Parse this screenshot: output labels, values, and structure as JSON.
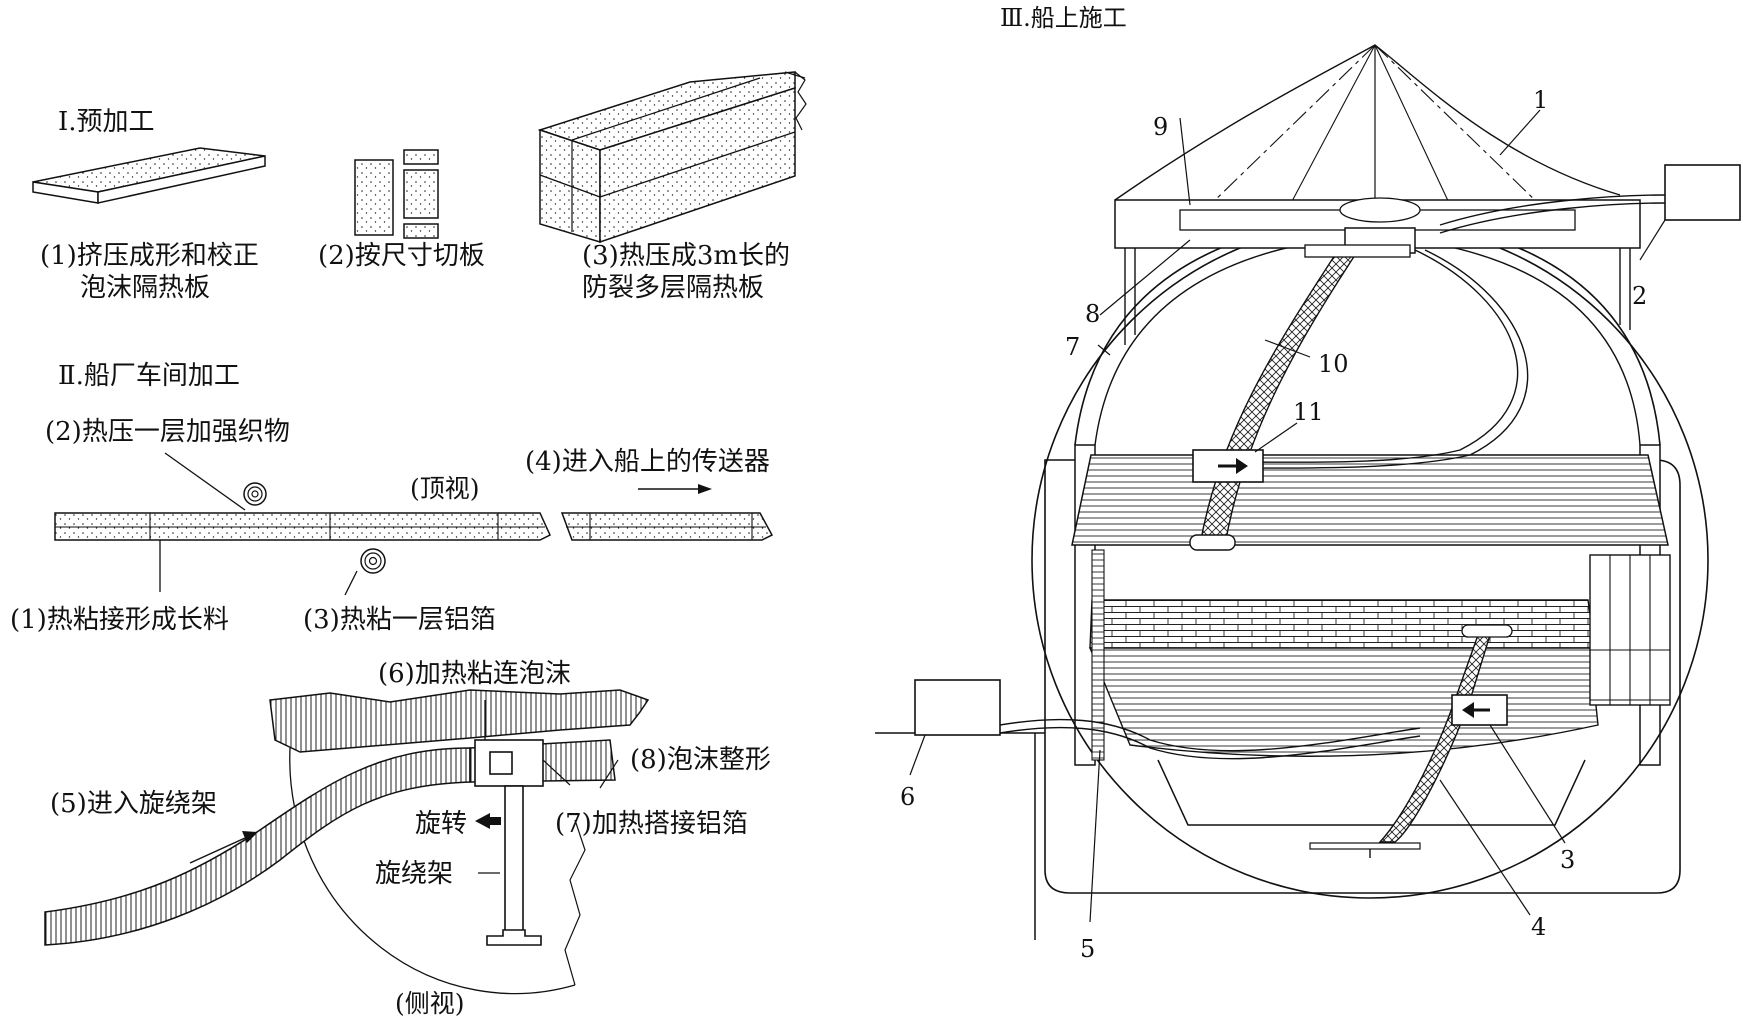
{
  "section1": {
    "title": "Ⅰ.预加工",
    "step1_line1": "(1)挤压成形和校正",
    "step1_line2": "泡沫隔热板",
    "step2": "(2)按尺寸切板",
    "step3_line1": "(3)热压成3m长的",
    "step3_line2": "防裂多层隔热板"
  },
  "section2": {
    "title": "Ⅱ.船厂车间加工",
    "step2": "(2)热压一层加强织物",
    "top_view": "(顶视)",
    "step4": "(4)进入船上的传送器",
    "step1": "(1)热粘接形成长料",
    "step3": "(3)热粘一层铝箔",
    "step6": "(6)加热粘连泡沫",
    "step8": "(8)泡沫整形",
    "step5": "(5)进入旋绕架",
    "rotate": "旋转",
    "step7": "(7)加热搭接铝箔",
    "frame": "旋绕架",
    "side_view": "(侧视)"
  },
  "section3": {
    "title": "Ⅲ.船上施工",
    "callouts": [
      "1",
      "2",
      "3",
      "4",
      "5",
      "6",
      "7",
      "8",
      "9",
      "10",
      "11"
    ]
  }
}
